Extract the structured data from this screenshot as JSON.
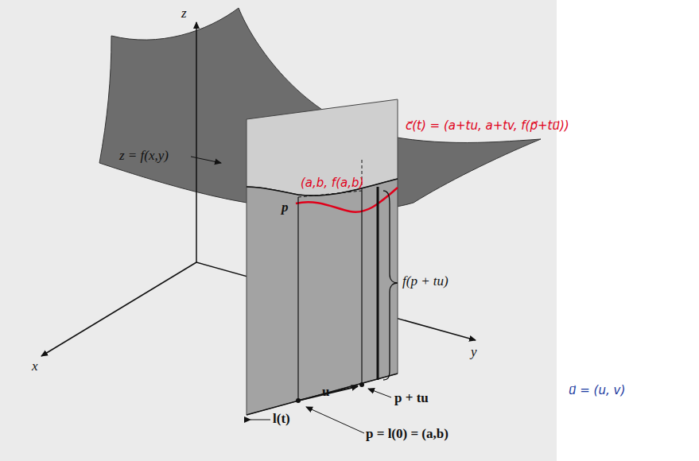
{
  "diagram": {
    "labels": [
      "z",
      "z = f(x,y)",
      "p",
      "(a,b, f(a,b)",
      "c⃗(t) = (a+tu, a+tv, f(p⃗+tu⃗))",
      "f(p + tu)",
      "x",
      "y",
      "l(t)",
      "u",
      "p + tu",
      "p = l(0) = (a,b)",
      "u⃗ = (u, v)"
    ]
  }
}
